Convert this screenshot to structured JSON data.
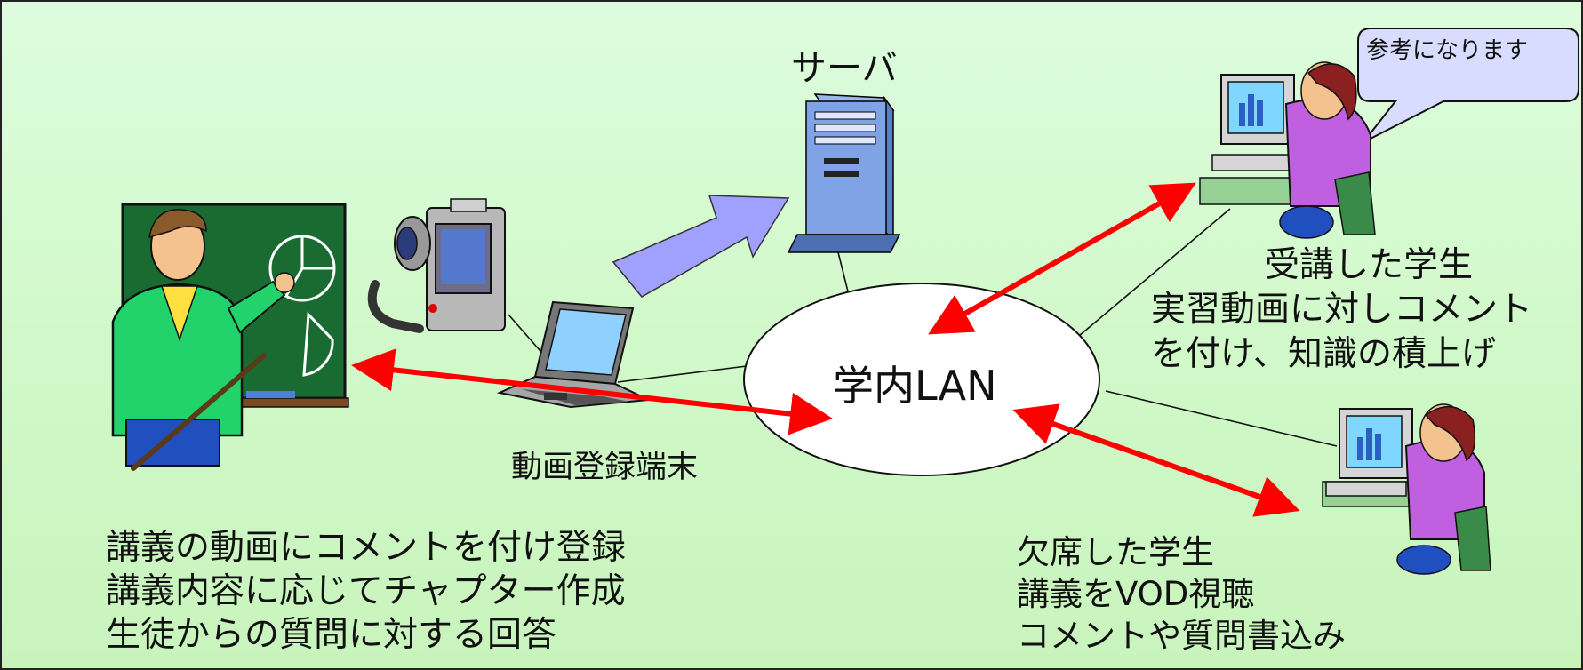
{
  "labels": {
    "server": "サーバ",
    "lan": "学内LAN",
    "terminal": "動画登録端末",
    "bubble": "参考になります"
  },
  "teacher": {
    "lines": [
      "講義の動画にコメントを付け登録",
      "講義内容に応じてチャプター作成",
      "生徒からの質問に対する回答"
    ]
  },
  "attended_student": {
    "title": "受講した学生",
    "lines": [
      "実習動画に対しコメント",
      "を付け、知識の積上げ"
    ]
  },
  "absent_student": {
    "title": "欠席した学生",
    "lines": [
      "講義をVOD視聴",
      "コメントや質問書込み"
    ]
  },
  "icons": [
    "teacher-clipart-icon",
    "video-camera-icon",
    "laptop-icon",
    "server-tower-icon",
    "student-computer-icon",
    "speech-bubble-icon",
    "big-arrow-icon"
  ],
  "colors": {
    "background": "#d4f8cc",
    "arrow": "#ff0000",
    "big_arrow": "#a0a0ff",
    "bubble": "#d8dcff"
  }
}
